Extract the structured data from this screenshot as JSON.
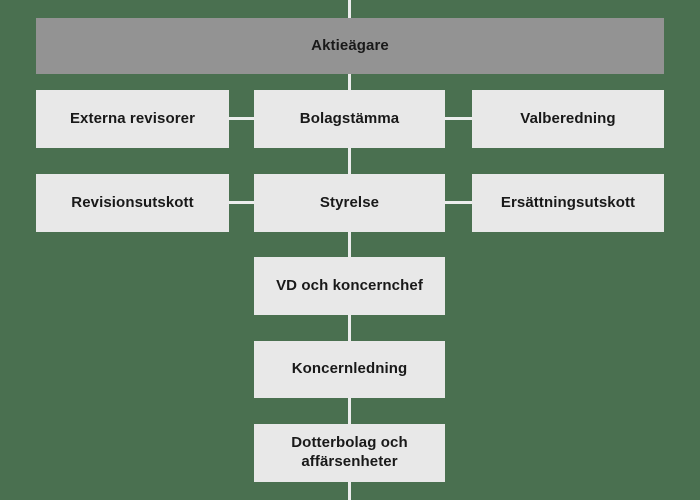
{
  "diagram": {
    "type": "organizational-chart",
    "language": "sv",
    "background_color": "#4a7050",
    "node_color": "#e8e8e8",
    "root_node_color": "#939393",
    "connector_color": "#eceded",
    "text_color": "#191919",
    "nodes": [
      {
        "id": "aktieagare",
        "label": "Aktieägare",
        "label_line2": ""
      },
      {
        "id": "externa-revisorer",
        "label": "Externa revisorer",
        "label_line2": ""
      },
      {
        "id": "bolagstamma",
        "label": "Bolagstämma",
        "label_line2": ""
      },
      {
        "id": "valberedning",
        "label": "Valberedning",
        "label_line2": ""
      },
      {
        "id": "revisionsutskott",
        "label": "Revisionsutskott",
        "label_line2": ""
      },
      {
        "id": "styrelse",
        "label": "Styrelse",
        "label_line2": ""
      },
      {
        "id": "ersattningsutskott",
        "label": "Ersättningsutskott",
        "label_line2": ""
      },
      {
        "id": "vd-koncernchef",
        "label": "VD och koncernchef",
        "label_line2": ""
      },
      {
        "id": "koncernledning",
        "label": "Koncernledning",
        "label_line2": ""
      },
      {
        "id": "dotterbolag",
        "label": "Dotterbolag och",
        "label_line2": "affärsenheter"
      }
    ]
  }
}
